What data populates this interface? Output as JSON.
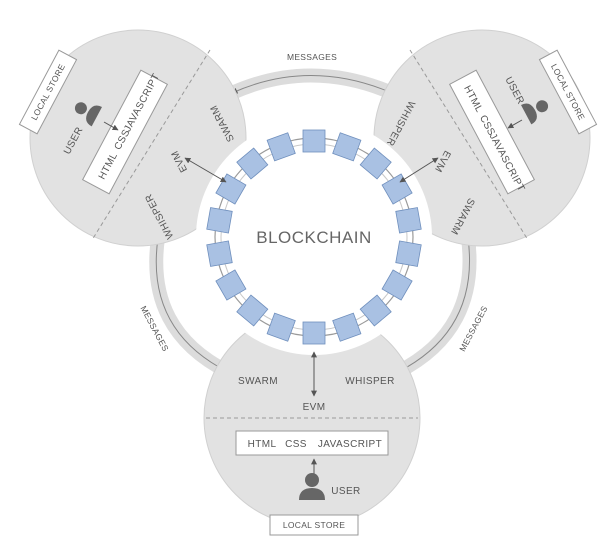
{
  "center": {
    "title": "BLOCKCHAIN"
  },
  "connectors": {
    "top": "MESSAGES",
    "left": "MESSAGES",
    "right": "MESSAGES"
  },
  "nodes": {
    "left": {
      "swarm": "SWARM",
      "evm": "EVM",
      "whisper": "WHISPER",
      "html": "HTML",
      "css": "CSS",
      "javascript": "JAVASCRIPT",
      "user": "USER",
      "local_store": "LOCAL STORE"
    },
    "right": {
      "swarm": "SWARM",
      "evm": "EVM",
      "whisper": "WHISPER",
      "html": "HTML",
      "css": "CSS",
      "javascript": "JAVASCRIPT",
      "user": "USER",
      "local_store": "LOCAL STORE"
    },
    "bottom": {
      "swarm": "SWARM",
      "evm": "EVM",
      "whisper": "WHISPER",
      "html": "HTML",
      "css": "CSS",
      "javascript": "JAVASCRIPT",
      "user": "USER",
      "local_store": "LOCAL STORE"
    }
  },
  "colors": {
    "node_fill": "#e2e2e2",
    "node_stroke": "#d0d0d0",
    "block_fill": "#a9c1e3",
    "block_stroke": "#6f8fbd",
    "text": "#555555"
  },
  "icons": {
    "user": "person-icon"
  }
}
